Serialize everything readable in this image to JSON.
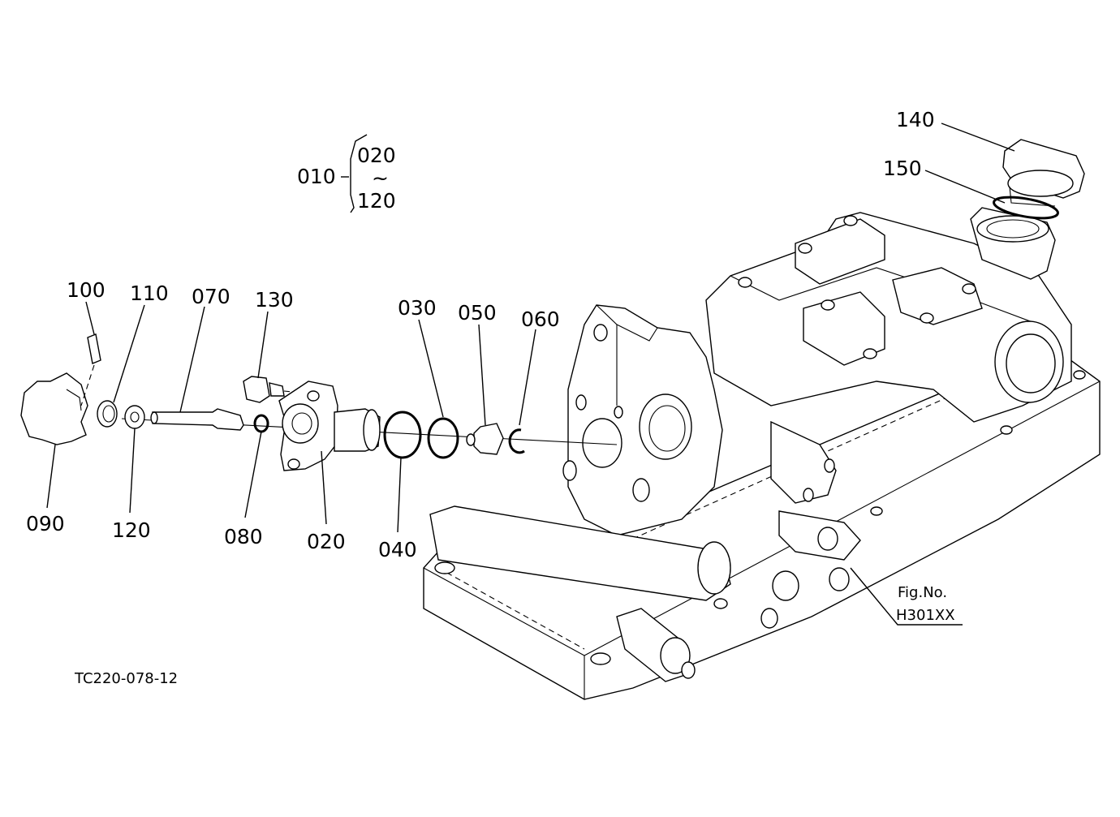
{
  "figure": {
    "catalog_code": "TC220-078-12",
    "fig_label_line1": "Fig.No.",
    "fig_label_line2": "H301XX",
    "assembly": {
      "parent": "010",
      "range_start": "020",
      "range_sep": "~",
      "range_end": "120"
    }
  },
  "callouts": [
    {
      "id": "100",
      "part": "pin"
    },
    {
      "id": "110",
      "part": "snap-ring"
    },
    {
      "id": "070",
      "part": "valve-shaft"
    },
    {
      "id": "130",
      "part": "plug"
    },
    {
      "id": "030",
      "part": "o-ring"
    },
    {
      "id": "050",
      "part": "valve-seat"
    },
    {
      "id": "060",
      "part": "circlip"
    },
    {
      "id": "140",
      "part": "filler-cap"
    },
    {
      "id": "150",
      "part": "o-ring"
    },
    {
      "id": "090",
      "part": "knob"
    },
    {
      "id": "120",
      "part": "washer"
    },
    {
      "id": "080",
      "part": "o-ring"
    },
    {
      "id": "020",
      "part": "valve-body"
    },
    {
      "id": "040",
      "part": "o-ring"
    }
  ]
}
